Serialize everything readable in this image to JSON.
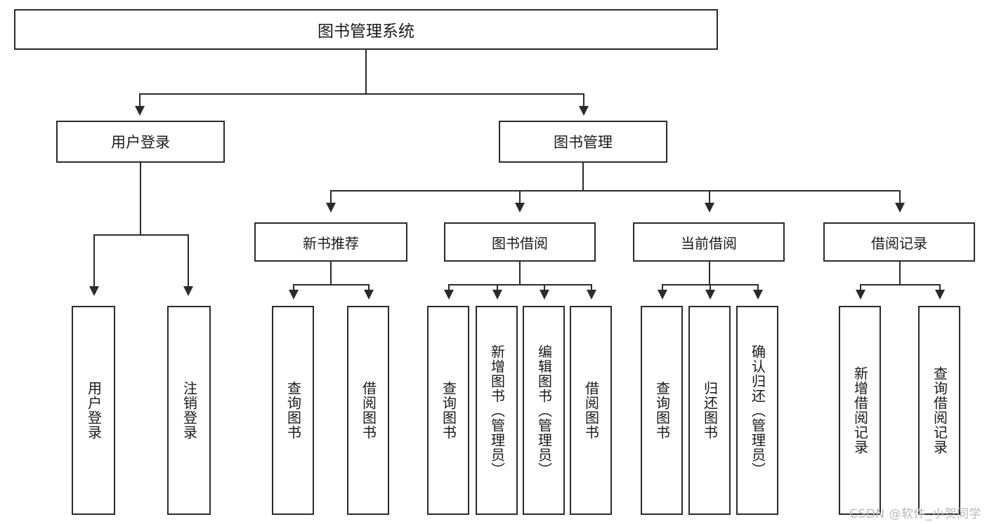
{
  "diagram": {
    "title": "图书管理系统",
    "type": "tree",
    "watermark": "CSDN @软件_小贺同学",
    "root": {
      "label": "图书管理系统"
    },
    "level2": [
      {
        "label": "用户登录"
      },
      {
        "label": "图书管理"
      }
    ],
    "level3": [
      {
        "label": "新书推荐"
      },
      {
        "label": "图书借阅"
      },
      {
        "label": "当前借阅"
      },
      {
        "label": "借阅记录"
      }
    ],
    "leaves": {
      "user_login": [
        {
          "label": "用户登录"
        },
        {
          "label": "注销登录"
        }
      ],
      "new_book_recommend": [
        {
          "label": "查询图书"
        },
        {
          "label": "借阅图书"
        }
      ],
      "book_borrow": [
        {
          "label": "查询图书"
        },
        {
          "label": "新增图书（管理员）"
        },
        {
          "label": "编辑图书（管理员）"
        },
        {
          "label": "借阅图书"
        }
      ],
      "current_borrow": [
        {
          "label": "查询图书"
        },
        {
          "label": "归还图书"
        },
        {
          "label": "确认归还（管理员）"
        }
      ],
      "borrow_record": [
        {
          "label": "新增借阅记录"
        },
        {
          "label": "查询借阅记录"
        }
      ]
    },
    "colors": {
      "stroke": "#2b2b2b",
      "fill": "#ffffff",
      "text": "#1a1a1a",
      "watermark": "#b9b9b9"
    }
  }
}
